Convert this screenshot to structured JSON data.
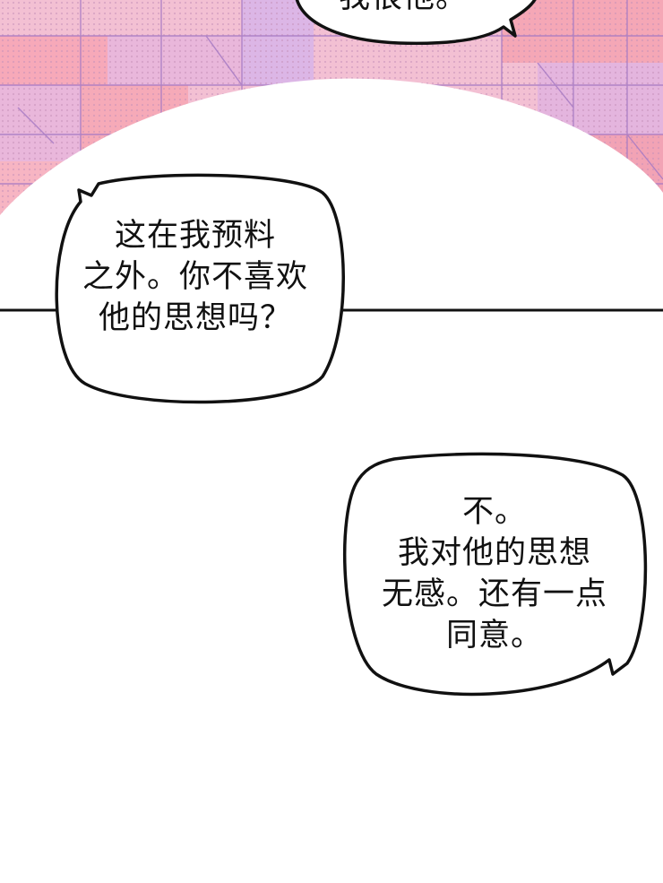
{
  "panel": {
    "background_colors": {
      "sky_pink": "#f6b4c6",
      "grid_lavender": "#d9b8e4",
      "grid_rose": "#f49aa8",
      "grid_line": "#b78fcb",
      "glow": "#ffffff",
      "divider": "#111111"
    }
  },
  "bubbles": {
    "top": {
      "line1": "我很他。"
    },
    "left": {
      "line1": "这在我预料",
      "line2": "之外。你不喜欢",
      "line3": "他的思想吗？"
    },
    "right": {
      "line1": "不。",
      "line2": "我对他的思想",
      "line3": "无感。还有一点",
      "line4": "同意。"
    }
  }
}
